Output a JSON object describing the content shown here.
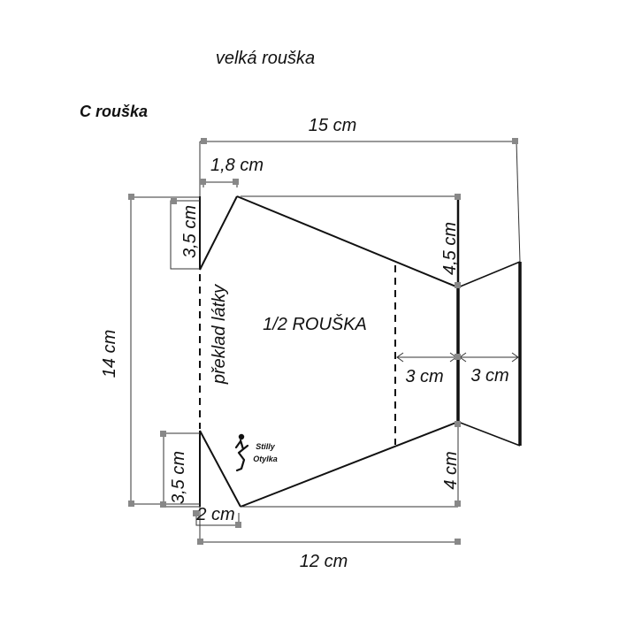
{
  "header": {
    "title": "velká rouška",
    "variant": "C  rouška"
  },
  "pattern": {
    "center_label": "1/2 ROUŠKA",
    "fold_label": "překlad látky"
  },
  "dimensions": {
    "top_width": "15 cm",
    "bottom_width": "12 cm",
    "height": "14 cm",
    "top_offset": "1,8 cm",
    "bottom_offset": "2 cm",
    "left_top_height": "3,5 cm",
    "left_bottom_height": "3,5 cm",
    "right_top_height": "4,5 cm",
    "right_bottom_height": "4 cm",
    "inner_width": "3 cm",
    "outer_width": "3 cm"
  },
  "logo": {
    "line1": "Stilly",
    "line2": "Otylka"
  }
}
